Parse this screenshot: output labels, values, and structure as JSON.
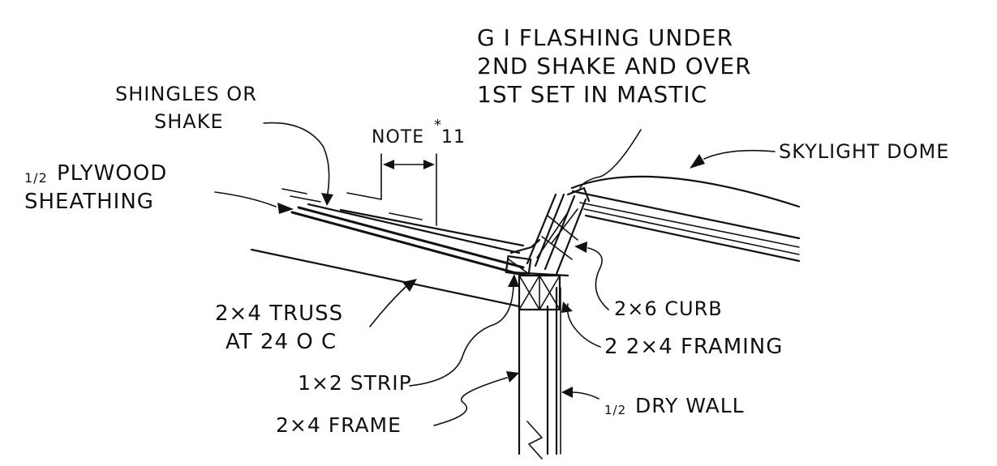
{
  "labels": {
    "flashing_note": [
      "G I FLASHING UNDER",
      "2ND SHAKE AND OVER",
      "1ST SET IN MASTIC"
    ],
    "shingles": [
      "SHINGLES OR",
      "SHAKE"
    ],
    "note": "NOTE",
    "note_star": "*",
    "note_num": "11",
    "plywood_fraction": "1/2",
    "plywood": [
      "PLYWOOD",
      "SHEATHING"
    ],
    "skylight": "SKYLIGHT DOME",
    "truss": [
      "2×4 TRUSS",
      "AT 24 O C"
    ],
    "curb": "2×6 CURB",
    "framing": "2 2×4 FRAMING",
    "strip": "1×2 STRIP",
    "frame": "2×4 FRAME",
    "drywall_fraction": "1/2",
    "drywall": "DRY WALL"
  }
}
